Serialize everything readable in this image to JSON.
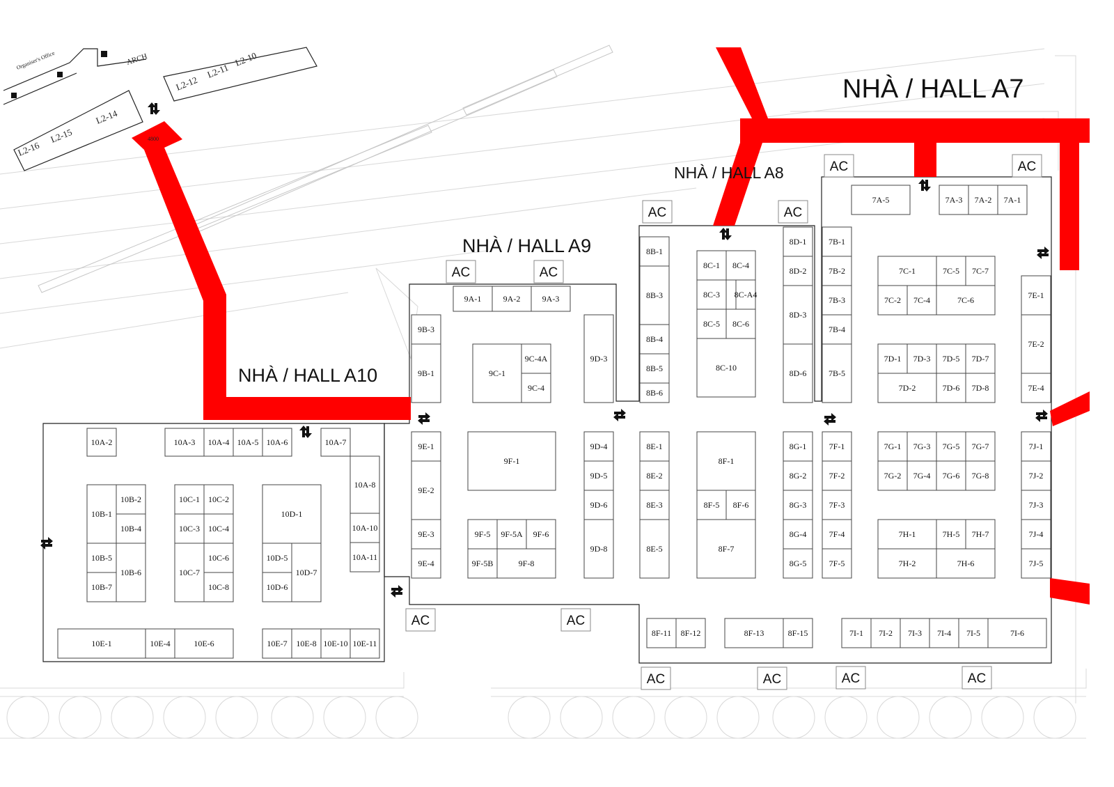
{
  "colors": {
    "route": "#ff0000",
    "wall": "#222222",
    "background": "#ffffff"
  },
  "icons": {
    "entrance": "double-arrow-icon"
  },
  "venue": {
    "organisers_office": "Organiser's Office",
    "arch": "ARCH",
    "route_width_note": "4800",
    "lounges": [
      "L2-16",
      "L2-15",
      "L2-14",
      "L2-12",
      "L2-11",
      "L2-10"
    ]
  },
  "halls": {
    "a7": "NHÀ / HALL A7",
    "a8": "NHÀ / HALL A8",
    "a9": "NHÀ / HALL A9",
    "a10": "NHÀ / HALL A10"
  },
  "ac_label": "AC",
  "booths": [
    {
      "id": "10A-2",
      "label": "10A-2"
    },
    {
      "id": "10A-3",
      "label": "10A-3"
    },
    {
      "id": "10A-4",
      "label": "10A-4"
    },
    {
      "id": "10A-5",
      "label": "10A-5"
    },
    {
      "id": "10A-6",
      "label": "10A-6"
    },
    {
      "id": "10A-7",
      "label": "10A-7"
    },
    {
      "id": "10A-8",
      "label": "10A-8"
    },
    {
      "id": "10A-10",
      "label": "10A-10"
    },
    {
      "id": "10A-11",
      "label": "10A-11"
    },
    {
      "id": "10B-1",
      "label": "10B-1"
    },
    {
      "id": "10B-2",
      "label": "10B-2"
    },
    {
      "id": "10B-4",
      "label": "10B-4"
    },
    {
      "id": "10B-5",
      "label": "10B-5"
    },
    {
      "id": "10B-6",
      "label": "10B-6"
    },
    {
      "id": "10B-7",
      "label": "10B-7"
    },
    {
      "id": "10C-1",
      "label": "10C-1"
    },
    {
      "id": "10C-2",
      "label": "10C-2"
    },
    {
      "id": "10C-3",
      "label": "10C-3"
    },
    {
      "id": "10C-4",
      "label": "10C-4"
    },
    {
      "id": "10C-6",
      "label": "10C-6"
    },
    {
      "id": "10C-7",
      "label": "10C-7"
    },
    {
      "id": "10C-8",
      "label": "10C-8"
    },
    {
      "id": "10D-1",
      "label": "10D-1"
    },
    {
      "id": "10D-5",
      "label": "10D-5"
    },
    {
      "id": "10D-6",
      "label": "10D-6"
    },
    {
      "id": "10D-7",
      "label": "10D-7"
    },
    {
      "id": "10E-1",
      "label": "10E-1"
    },
    {
      "id": "10E-4",
      "label": "10E-4"
    },
    {
      "id": "10E-6",
      "label": "10E-6"
    },
    {
      "id": "10E-7",
      "label": "10E-7"
    },
    {
      "id": "10E-8",
      "label": "10E-8"
    },
    {
      "id": "10E-10",
      "label": "10E-10"
    },
    {
      "id": "10E-11",
      "label": "10E-11"
    },
    {
      "id": "9A-1",
      "label": "9A-1"
    },
    {
      "id": "9A-2",
      "label": "9A-2"
    },
    {
      "id": "9A-3",
      "label": "9A-3"
    },
    {
      "id": "9B-3",
      "label": "9B-3"
    },
    {
      "id": "9B-1",
      "label": "9B-1"
    },
    {
      "id": "9C-1",
      "label": "9C-1"
    },
    {
      "id": "9C-4A",
      "label": "9C-4A"
    },
    {
      "id": "9C-4",
      "label": "9C-4"
    },
    {
      "id": "9D-3",
      "label": "9D-3"
    },
    {
      "id": "9E-1",
      "label": "9E-1"
    },
    {
      "id": "9E-2",
      "label": "9E-2"
    },
    {
      "id": "9E-3",
      "label": "9E-3"
    },
    {
      "id": "9E-4",
      "label": "9E-4"
    },
    {
      "id": "9F-1",
      "label": "9F-1"
    },
    {
      "id": "9F-5",
      "label": "9F-5"
    },
    {
      "id": "9F-5A",
      "label": "9F-5A"
    },
    {
      "id": "9F-6",
      "label": "9F-6"
    },
    {
      "id": "9F-5B",
      "label": "9F-5B"
    },
    {
      "id": "9F-8",
      "label": "9F-8"
    },
    {
      "id": "9D-4",
      "label": "9D-4"
    },
    {
      "id": "9D-5",
      "label": "9D-5"
    },
    {
      "id": "9D-6",
      "label": "9D-6"
    },
    {
      "id": "9D-8",
      "label": "9D-8"
    },
    {
      "id": "8B-1",
      "label": "8B-1"
    },
    {
      "id": "8B-3",
      "label": "8B-3"
    },
    {
      "id": "8B-4",
      "label": "8B-4"
    },
    {
      "id": "8B-5",
      "label": "8B-5"
    },
    {
      "id": "8B-6",
      "label": "8B-6"
    },
    {
      "id": "8C-1",
      "label": "8C-1"
    },
    {
      "id": "8C-4",
      "label": "8C-4"
    },
    {
      "id": "8C-3",
      "label": "8C-3"
    },
    {
      "id": "8C-A4",
      "label": "8C-A4"
    },
    {
      "id": "8C-5",
      "label": "8C-5"
    },
    {
      "id": "8C-6",
      "label": "8C-6"
    },
    {
      "id": "8C-10",
      "label": "8C-10"
    },
    {
      "id": "8D-1",
      "label": "8D-1"
    },
    {
      "id": "8D-2",
      "label": "8D-2"
    },
    {
      "id": "8D-3",
      "label": "8D-3"
    },
    {
      "id": "8D-6",
      "label": "8D-6"
    },
    {
      "id": "8E-1",
      "label": "8E-1"
    },
    {
      "id": "8E-2",
      "label": "8E-2"
    },
    {
      "id": "8E-3",
      "label": "8E-3"
    },
    {
      "id": "8E-5",
      "label": "8E-5"
    },
    {
      "id": "8F-1",
      "label": "8F-1"
    },
    {
      "id": "8F-5",
      "label": "8F-5"
    },
    {
      "id": "8F-6",
      "label": "8F-6"
    },
    {
      "id": "8F-7",
      "label": "8F-7"
    },
    {
      "id": "8G-1",
      "label": "8G-1"
    },
    {
      "id": "8G-2",
      "label": "8G-2"
    },
    {
      "id": "8G-3",
      "label": "8G-3"
    },
    {
      "id": "8G-4",
      "label": "8G-4"
    },
    {
      "id": "8G-5",
      "label": "8G-5"
    },
    {
      "id": "8F-11",
      "label": "8F-11"
    },
    {
      "id": "8F-12",
      "label": "8F-12"
    },
    {
      "id": "8F-13",
      "label": "8F-13"
    },
    {
      "id": "8F-15",
      "label": "8F-15"
    },
    {
      "id": "7A-5",
      "label": "7A-5"
    },
    {
      "id": "7A-3",
      "label": "7A-3"
    },
    {
      "id": "7A-2",
      "label": "7A-2"
    },
    {
      "id": "7A-1",
      "label": "7A-1"
    },
    {
      "id": "7B-1",
      "label": "7B-1"
    },
    {
      "id": "7B-2",
      "label": "7B-2"
    },
    {
      "id": "7B-3",
      "label": "7B-3"
    },
    {
      "id": "7B-4",
      "label": "7B-4"
    },
    {
      "id": "7B-5",
      "label": "7B-5"
    },
    {
      "id": "7C-1",
      "label": "7C-1"
    },
    {
      "id": "7C-5",
      "label": "7C-5"
    },
    {
      "id": "7C-7",
      "label": "7C-7"
    },
    {
      "id": "7C-2",
      "label": "7C-2"
    },
    {
      "id": "7C-4",
      "label": "7C-4"
    },
    {
      "id": "7C-6",
      "label": "7C-6"
    },
    {
      "id": "7D-1",
      "label": "7D-1"
    },
    {
      "id": "7D-3",
      "label": "7D-3"
    },
    {
      "id": "7D-5",
      "label": "7D-5"
    },
    {
      "id": "7D-7",
      "label": "7D-7"
    },
    {
      "id": "7D-2",
      "label": "7D-2"
    },
    {
      "id": "7D-6",
      "label": "7D-6"
    },
    {
      "id": "7D-8",
      "label": "7D-8"
    },
    {
      "id": "7E-1",
      "label": "7E-1"
    },
    {
      "id": "7E-2",
      "label": "7E-2"
    },
    {
      "id": "7E-4",
      "label": "7E-4"
    },
    {
      "id": "7F-1",
      "label": "7F-1"
    },
    {
      "id": "7F-2",
      "label": "7F-2"
    },
    {
      "id": "7F-3",
      "label": "7F-3"
    },
    {
      "id": "7F-4",
      "label": "7F-4"
    },
    {
      "id": "7F-5",
      "label": "7F-5"
    },
    {
      "id": "7G-1",
      "label": "7G-1"
    },
    {
      "id": "7G-3",
      "label": "7G-3"
    },
    {
      "id": "7G-5",
      "label": "7G-5"
    },
    {
      "id": "7G-7",
      "label": "7G-7"
    },
    {
      "id": "7G-2",
      "label": "7G-2"
    },
    {
      "id": "7G-4",
      "label": "7G-4"
    },
    {
      "id": "7G-6",
      "label": "7G-6"
    },
    {
      "id": "7G-8",
      "label": "7G-8"
    },
    {
      "id": "7H-1",
      "label": "7H-1"
    },
    {
      "id": "7H-5",
      "label": "7H-5"
    },
    {
      "id": "7H-7",
      "label": "7H-7"
    },
    {
      "id": "7H-2",
      "label": "7H-2"
    },
    {
      "id": "7H-6",
      "label": "7H-6"
    },
    {
      "id": "7J-1",
      "label": "7J-1"
    },
    {
      "id": "7J-2",
      "label": "7J-2"
    },
    {
      "id": "7J-3",
      "label": "7J-3"
    },
    {
      "id": "7J-4",
      "label": "7J-4"
    },
    {
      "id": "7J-5",
      "label": "7J-5"
    },
    {
      "id": "7I-1",
      "label": "7I-1"
    },
    {
      "id": "7I-2",
      "label": "7I-2"
    },
    {
      "id": "7I-3",
      "label": "7I-3"
    },
    {
      "id": "7I-4",
      "label": "7I-4"
    },
    {
      "id": "7I-5",
      "label": "7I-5"
    },
    {
      "id": "7I-6",
      "label": "7I-6"
    }
  ]
}
